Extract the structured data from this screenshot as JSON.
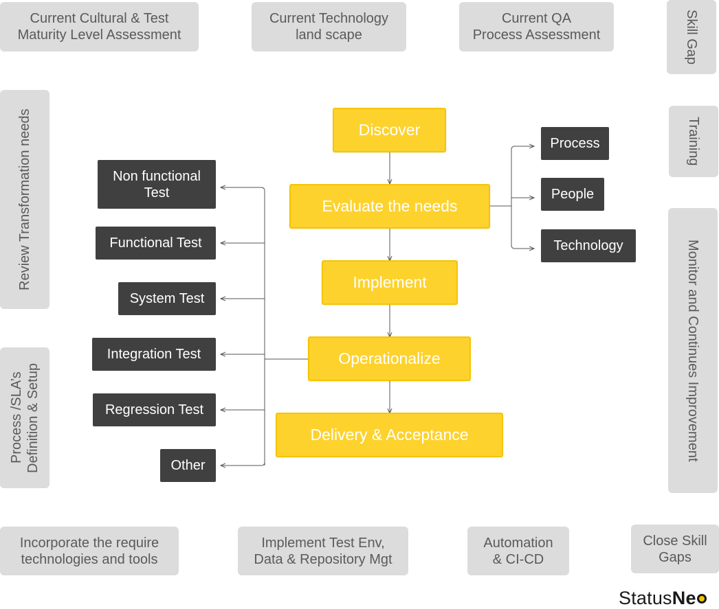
{
  "top_boxes": [
    "Current Cultural & Test\nMaturity Level Assessment",
    "Current Technology\nland scape",
    "Current QA\nProcess Assessment"
  ],
  "right_boxes": [
    "Skill Gap",
    "Training",
    "Monitor and Continues Improvement"
  ],
  "left_boxes": [
    "Review Transformation needs",
    "Process /SLA’s\nDefinition & Setup"
  ],
  "bottom_boxes": [
    "Incorporate the require\ntechnologies and tools",
    "Implement Test Env,\nData & Repository Mgt",
    "Automation\n& CI-CD",
    "Close Skill\nGaps"
  ],
  "flow_steps": [
    "Discover",
    "Evaluate the needs",
    "Implement",
    "Operationalize",
    "Delivery & Acceptance"
  ],
  "evaluate_branches": [
    "Process",
    "People",
    "Technology"
  ],
  "test_types": [
    "Non functional\nTest",
    "Functional Test",
    "System Test",
    "Integration Test",
    "Regression Test",
    "Other"
  ],
  "logo": {
    "part1": "Status",
    "part2": "Ne"
  },
  "colors": {
    "flow": "#fdd22d",
    "dark": "#404040",
    "grey": "#dcdcdc"
  }
}
